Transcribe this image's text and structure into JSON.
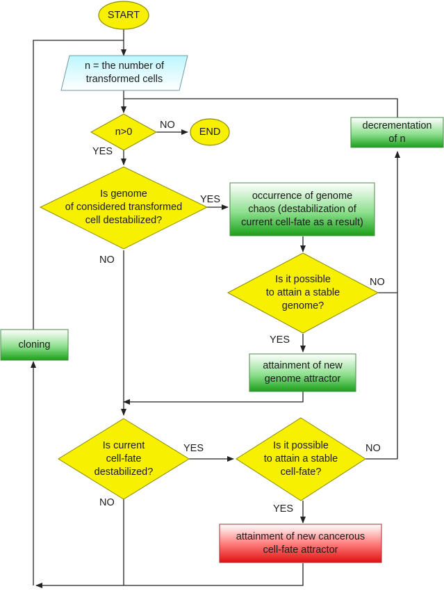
{
  "nodes": {
    "start": "START",
    "input": "n = the number of\ntransformed cells",
    "check_n": "n>0",
    "end": "END",
    "decrement": "decrementation\nof n",
    "genome_q": "Is genome\nof considered transformed\ncell destabilized?",
    "chaos": "occurrence of genome\nchaos (destabilization of\ncurrent cell-fate as a result)",
    "stable_genome_q": "Is it possible\nto attain a stable\ngenome?",
    "genome_attractor": "attainment of new\ngenome attractor",
    "cloning": "cloning",
    "cellfate_q": "Is current\ncell-fate\ndestabilized?",
    "stable_cellfate_q": "Is it possible\nto attain a stable\ncell-fate?",
    "cancer_attractor": "attainment of new cancerous\ncell-fate attractor"
  },
  "edges": {
    "n_no": "NO",
    "n_yes": "YES",
    "genome_yes": "YES",
    "genome_no": "NO",
    "stable_genome_no": "NO",
    "stable_genome_yes": "YES",
    "cellfate_yes": "YES",
    "cellfate_no": "NO",
    "stable_cellfate_no": "NO",
    "stable_cellfate_yes": "YES"
  },
  "colors": {
    "decision_fill": "#f7f000",
    "terminal_fill": "#f7f000",
    "input_fill": "#bff5ff",
    "process_green": "#22aa22",
    "process_red": "#dd1111",
    "line": "#222222"
  }
}
